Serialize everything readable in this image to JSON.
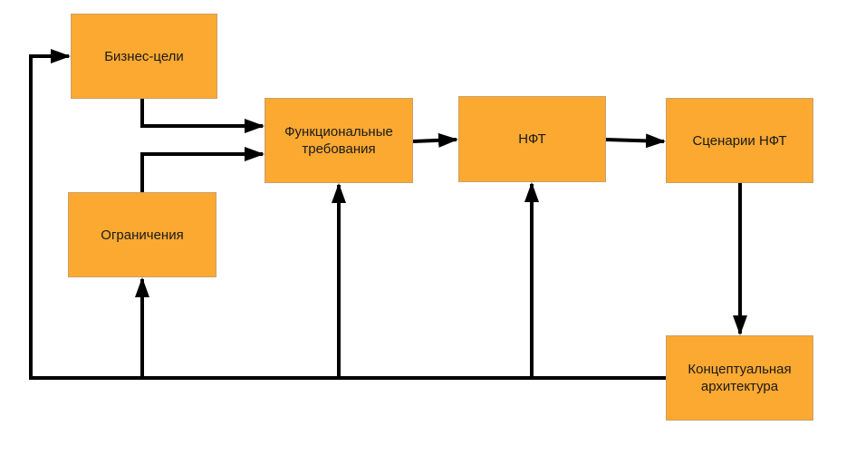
{
  "colors": {
    "box_fill": "#fba931",
    "box_border": "#c9a06a",
    "line": "#000000",
    "background": "#ffffff"
  },
  "boxes": {
    "business_goals": "Бизнес-цели",
    "constraints": "Ограничения",
    "functional_requirements": "Функциональные\nтребования",
    "nfr": "НФТ",
    "nfr_scenarios": "Сценарии НФТ",
    "conceptual_architecture": "Концептуальная\nархитектура"
  }
}
